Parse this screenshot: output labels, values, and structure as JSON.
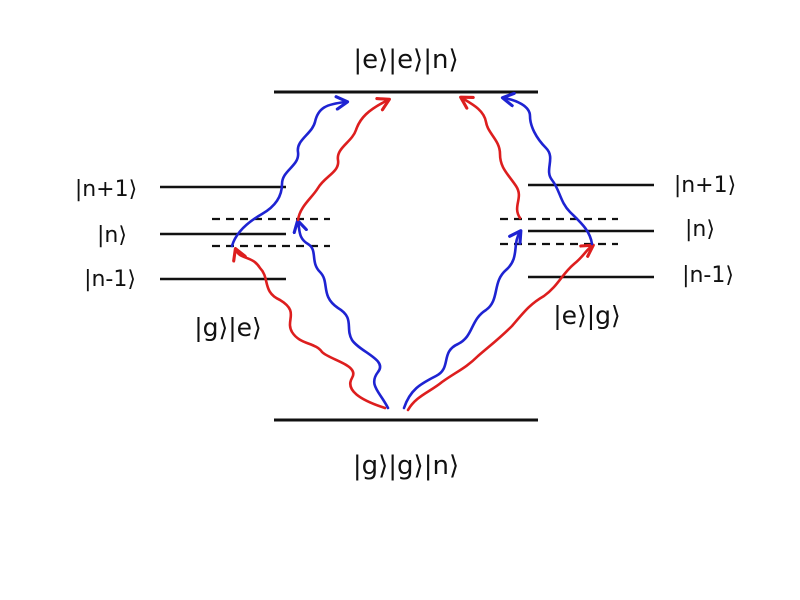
{
  "labels": {
    "top_state": "|e⟩|e⟩|n⟩",
    "bottom_state": "|g⟩|g⟩|n⟩",
    "left_mid_state": "|g⟩|e⟩",
    "right_mid_state": "|e⟩|g⟩",
    "left_levels": [
      "|n+1⟩",
      "|n⟩",
      "|n-1⟩"
    ],
    "right_levels": [
      "|n+1⟩",
      "|n⟩",
      "|n-1⟩"
    ]
  },
  "colors": {
    "level": "#111111",
    "red_photon": "#dd1e1e",
    "blue_photon": "#1e23d2"
  }
}
